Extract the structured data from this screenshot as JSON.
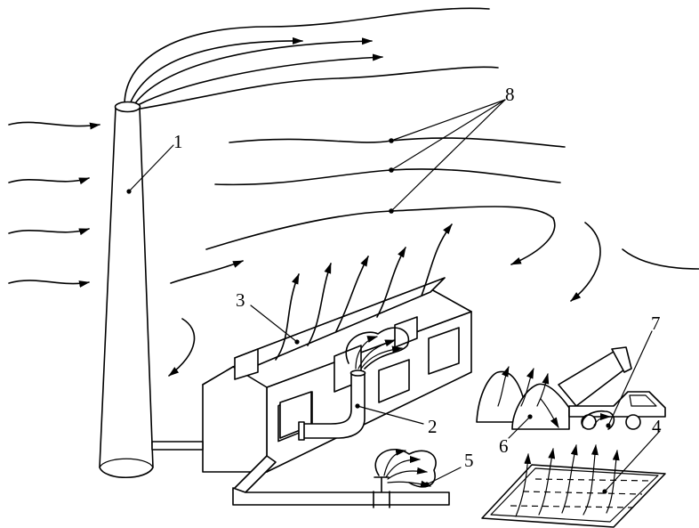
{
  "labels": {
    "chimney": "1",
    "pipe": "2",
    "roof_lantern": "3",
    "settling_tray": "4",
    "valve_leak": "5",
    "bulk_piles": "6",
    "dump_truck": "7",
    "air_streams": "8"
  },
  "colors": {
    "ink": "#000000",
    "paper": "#ffffff"
  }
}
